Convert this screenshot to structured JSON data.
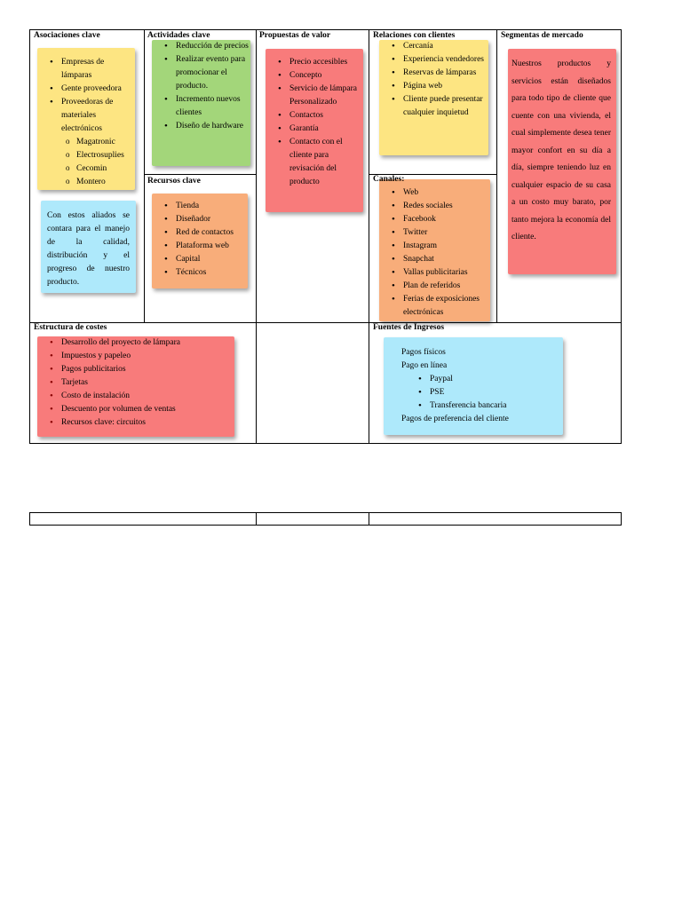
{
  "canvas": {
    "asociaciones": {
      "title": "Asociaciones clave",
      "items": [
        "Empresas de lámparas",
        "Gente proveedora",
        "Proveedoras de materiales electrónicos"
      ],
      "subitems": [
        "Magatronic",
        "Electrosuplies",
        "Cecomin",
        "Montero"
      ],
      "note": "Con estos aliados se contara para el manejo de la calidad, distribución y el progreso de nuestro producto."
    },
    "actividades": {
      "title": "Actividades clave",
      "items": [
        "Reducción de precios",
        "Realizar evento para promocionar el producto.",
        "Incremento nuevos clientes",
        "Diseño de hardware"
      ]
    },
    "recursos": {
      "title": "Recursos clave",
      "items": [
        "Tienda",
        "Diseñador",
        "Red de contactos",
        "Plataforma web",
        "Capital",
        "Técnicos"
      ]
    },
    "propuestas": {
      "title": "Propuestas de valor",
      "items": [
        "Precio accesibles",
        "Concepto",
        "Servicio de lámpara Personalizado",
        "Contactos",
        "Garantía",
        "Contacto con el cliente para revisación del producto"
      ]
    },
    "relaciones": {
      "title": "Relaciones con clientes",
      "items": [
        "Cercanía",
        "Experiencia vendedores",
        "Reservas de lámparas",
        "Página web",
        "Cliente puede presentar cualquier inquietud"
      ]
    },
    "canales": {
      "title": "Canales:",
      "items": [
        "Web",
        "Redes sociales",
        "Facebook",
        "Twitter",
        "Instagram",
        "Snapchat",
        "Vallas publicitarias",
        "Plan de referidos",
        "Ferias de exposiciones electrónicas"
      ]
    },
    "segmentos": {
      "title": "Segmentas de mercado",
      "note": "Nuestros productos y servicios están diseñados para todo tipo de cliente que cuente con una vivienda, el cual simplemente desea tener mayor confort en su día a día, siempre teniendo luz en cualquier espacio de su casa a un costo muy barato, por tanto mejora la economía del cliente."
    },
    "costes": {
      "title": "Estructura de costes",
      "items": [
        "Desarrollo del proyecto de lámpara",
        "Impuestos y papeleo",
        "Pagos publicitarios",
        "Tarjetas",
        "Costo de instalación",
        "Descuento por volumen de ventas",
        "Recursos clave: circuitos"
      ]
    },
    "ingresos": {
      "title": "Fuentes de Ingresos",
      "line1": "Pagos físicos",
      "line2": "Pago en línea",
      "subitems": [
        "Paypal",
        "PSE",
        "Transferencia bancaria"
      ],
      "line3": "Pagos de preferencia del cliente"
    }
  }
}
